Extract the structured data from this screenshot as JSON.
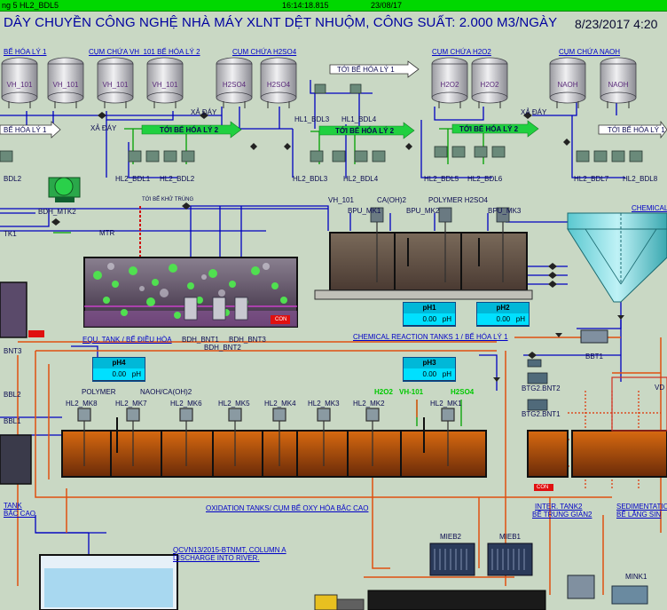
{
  "header": {
    "tab": "ng 5 HL2_BDL5",
    "time": "16:14:18.815",
    "date_small": "23/08/17",
    "title": "DÂY CHUYỀN CÔNG NGHỆ NHÀ MÁY XLNT DỆT NHUỘM, CÔNG SUẤT: 2.000 M3/NGÀY",
    "clock": "8/23/2017 4:20"
  },
  "tank_groups": {
    "group1": "BỂ HÓA LÝ 1",
    "group2": "CỤM CHỨA VH_101 BỂ HÓA LÝ 2",
    "group3": "CỤM CHỨA H2SO4",
    "group4": "CỤM CHỨA H2O2",
    "group5": "CỤM CHỨA NAOH"
  },
  "chem_tanks": [
    "VH_101",
    "VH_101",
    "VH_101",
    "VH_101",
    "H2SO4",
    "H2SO4",
    "H2O2",
    "H2O2",
    "NAOH",
    "NAOH"
  ],
  "arrows": {
    "to_hl1_a": "TỚI BỂ HÓA LÝ 1",
    "to_hl1_b": "TỚI BỂ HÓA LÝ 1",
    "to_hl2_a": "TỚI BỂ HÓA LÝ 2",
    "to_hl2_b": "TỚI BỂ HÓA LÝ 2",
    "to_hl2_c": "TỚI BỂ HÓA LÝ 2",
    "left_hl1": "BỂ HÓA LÝ 1",
    "to_disinfect": "TỚI BỂ KHỬ TRÙNG"
  },
  "labels": {
    "xa_day1": "XẢ ĐÁY",
    "xa_day2": "XẢ ĐÁY",
    "xa_day3": "XẢ ĐÁY",
    "bdl2_left": "BDL2",
    "hl2_bdl1": "HL2_BDL1",
    "hl2_bdl2": "HL2_BDL2",
    "hl2_bdl3": "HL2_BDL3",
    "hl2_bdl4": "HL2_BDL4",
    "hl1_bdl3": "HL1_BDL3",
    "hl1_bdl4": "HL1_BDL4",
    "hl2_bdl5": "HL2_BDL5",
    "hl2_bdl6": "HL2_BDL6",
    "hl2_bdl7": "HL2_BDL7",
    "hl2_bdl8": "HL2_BDL8",
    "bdh_mtk2": "BDH_MTK2",
    "tk1": "TK1",
    "mtr": "MTR",
    "vh101": "VH_101",
    "caoh2": "CA(OH)2",
    "polymer_h2so4": "POLYMER H2SO4",
    "bpu_mk1": "BPU_MK1",
    "bpu_mk2": "BPU_MK2",
    "bpu_mk3": "BPU_MK3",
    "chemical": "CHEMICAL",
    "equ_tank": "EQU. TANK / BỂ ĐIỀU HÒA",
    "bdh_bnt1": "BDH_BNT1",
    "bdh_bnt3": "BDH_BNT3",
    "bdh_bnt2": "BDH_BNT2",
    "chem_reaction": "CHEMICAL REACTION TANKS 1 / BỂ HÓA LÝ 1",
    "bbt1": "BBT1",
    "bnt3": "BNT3",
    "bbl2": "BBL2",
    "bbl1": "BBL1",
    "polymer": "POLYMER",
    "naoh_caoh2": "NAOH/CA(OH)2",
    "h2o2": "H2O2",
    "vh101_g": "VH-101",
    "h2so4_g": "H2SO4",
    "btg2_bnt2": "BTG2.BNT2",
    "btg2_bnt1": "BTG2.BNT1",
    "vd": "VD",
    "oxidation": "OXIDATION TANKS/ CỤM BỂ OXY HÓA BẬC CAO",
    "tank_left": "TANK",
    "bac_cao": "BẬC CAO",
    "inter_tank": "INTER. TANK2",
    "be_trung_gian": "BỂ TRUNG GIAN2",
    "sedimentation": "SEDIMENTATIO",
    "be_lang": "BỂ LẮNG SIN",
    "qcvn": "QCVN13/2015-BTNMT, COLUMN A",
    "discharge": "DISCHARGE INTO RIVER.",
    "mieb2": "MIEB2",
    "mieb1": "MIEB1",
    "mink1": "MINK1",
    "con": "CON",
    "con2": "CON"
  },
  "mixers": [
    "HL2_MK8",
    "HL2_MK7",
    "HL2_MK6",
    "HL2_MK5",
    "HL2_MK4",
    "HL2_MK3",
    "HL2_MK2",
    "HL2_MK1"
  ],
  "ph": {
    "ph1": {
      "label": "pH1",
      "value": "0.00",
      "unit": "pH"
    },
    "ph2": {
      "label": "pH2",
      "value": "0.00",
      "unit": "pH"
    },
    "ph3": {
      "label": "pH3",
      "value": "0.00",
      "unit": "pH"
    },
    "ph4": {
      "label": "pH4",
      "value": "0.00",
      "unit": "pH"
    }
  },
  "colors": {
    "background": "#c9d8c4",
    "status_bar": "#00d800",
    "water_pipe": "#0000c0",
    "chem_pipe": "#e05010",
    "green_pipe": "#00a000",
    "air_pipe": "#e03000",
    "tank_liquid": "#6a5a4a",
    "oxidation_liquid": "#c05010",
    "ph_display": "#00e0ff"
  }
}
